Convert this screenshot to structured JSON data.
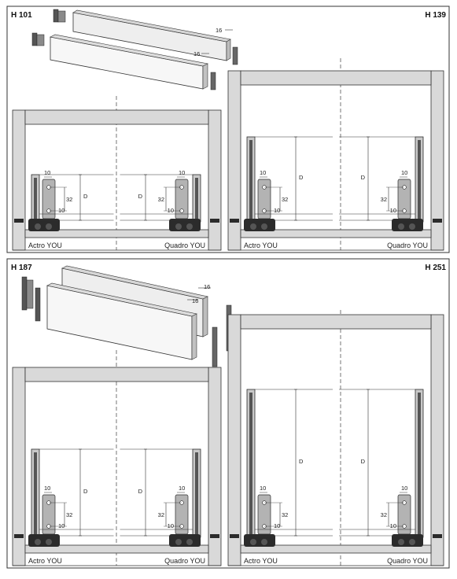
{
  "colors": {
    "line": "#333333",
    "panel": "#d9d9d9",
    "bar": "#c9c9c9",
    "plate": "#b3b3b3",
    "metal": "#555555",
    "dark": "#2b2b2b"
  },
  "panels": [
    {
      "id": "top",
      "left": {
        "title": "H 101",
        "units": [
          {
            "label": "Actro YOU",
            "dims": {
              "a": "10",
              "b": "32",
              "c": "10",
              "d": "D"
            }
          },
          {
            "label": "Quadro YOU",
            "dims": {
              "a": "10",
              "b": "32",
              "c": "10",
              "d": "D"
            }
          }
        ]
      },
      "right": {
        "title": "H 139",
        "units": [
          {
            "label": "Actro YOU",
            "dims": {
              "a": "10",
              "b": "32",
              "c": "10",
              "d": "D"
            }
          },
          {
            "label": "Quadro YOU",
            "dims": {
              "a": "10",
              "b": "32",
              "c": "10",
              "d": "D"
            }
          }
        ]
      },
      "thickness": [
        "16",
        "16"
      ]
    },
    {
      "id": "bottom",
      "left": {
        "title": "H 187",
        "units": [
          {
            "label": "Actro YOU",
            "dims": {
              "a": "10",
              "b": "32",
              "c": "10",
              "d": "D"
            }
          },
          {
            "label": "Quadro YOU",
            "dims": {
              "a": "10",
              "b": "32",
              "c": "10",
              "d": "D"
            }
          }
        ]
      },
      "right": {
        "title": "H 251",
        "units": [
          {
            "label": "Actro YOU",
            "dims": {
              "a": "10",
              "b": "32",
              "c": "10",
              "d": "D"
            }
          },
          {
            "label": "Quadro YOU",
            "dims": {
              "a": "10",
              "b": "32",
              "c": "10",
              "d": "D"
            }
          }
        ]
      },
      "thickness": [
        "16",
        "16"
      ]
    }
  ]
}
